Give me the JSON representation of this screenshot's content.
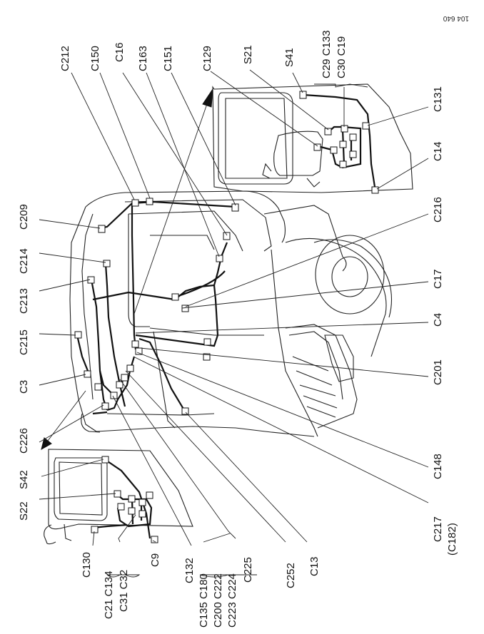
{
  "page_ref": "104 640",
  "labels": {
    "C212": "C212",
    "C150": "C150",
    "C16": "C16",
    "C163": "C163",
    "C151": "C151",
    "C129": "C129",
    "S21": "S21",
    "S41": "S41",
    "C29_C133": "C29 C133",
    "C30_C19": "C30 C19",
    "C131": "C131",
    "C14": "C14",
    "C216": "C216",
    "C17": "C17",
    "C4": "C4",
    "C201": "C201",
    "C148": "C148",
    "C217": "C217",
    "C182": "(C182)",
    "C13": "C13",
    "C252": "C252",
    "C135_C180": "C135 C180",
    "C200_C222": "C200 C222",
    "C223_C224": "C223 C224",
    "C225": "C225",
    "C132": "C132",
    "C9": "C9",
    "C21_C134": "C21 C134",
    "C31_C32": "C31 C32",
    "C130": "C130",
    "S22": "S22",
    "S42": "S42",
    "C226": "C226",
    "C3": "C3",
    "C215": "C215",
    "C213": "C213",
    "C214": "C214",
    "C209": "C209"
  }
}
